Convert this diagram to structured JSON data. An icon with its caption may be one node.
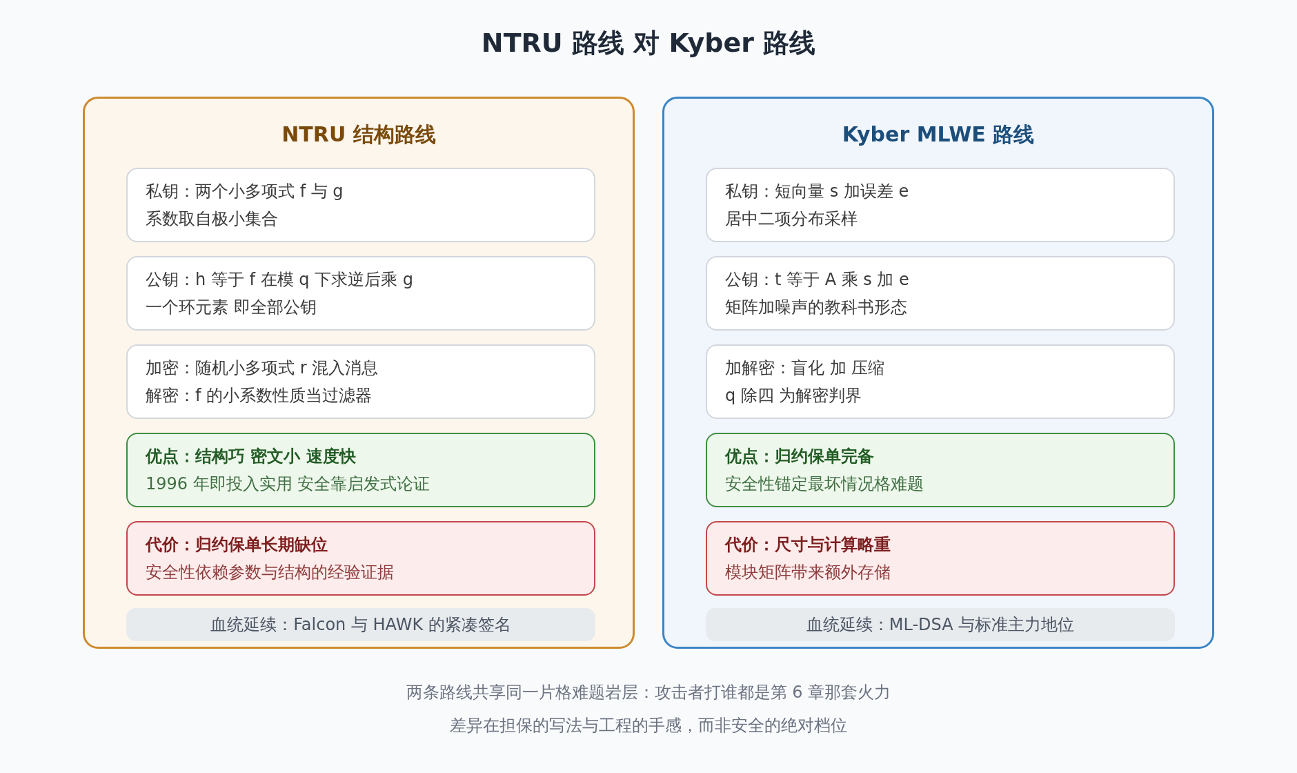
{
  "diagram": {
    "title": "NTRU 路线 对 Kyber 路线",
    "nodes": [
      {
        "text": [
          "NTRU 结构路线"
        ]
      },
      {
        "text": [
          "私钥：两个小多项式 f 与 g",
          "系数取自极小集合"
        ],
        "in": 0
      },
      {
        "text": [
          "公钥：h 等于 f 在模 q 下求逆后乘 g",
          "一个环元素 即全部公钥"
        ],
        "in": 0
      },
      {
        "text": [
          "加密：随机小多项式 r 混入消息",
          "解密：f 的小系数性质当过滤器"
        ],
        "in": 0
      },
      {
        "text": [
          "优点：结构巧 密文小 速度快",
          "1996 年即投入实用 安全靠启发式论证"
        ],
        "in": 0
      },
      {
        "text": [
          "代价：归约保单长期缺位",
          "安全性依赖参数与结构的经验证据"
        ],
        "in": 0
      },
      {
        "text": [
          "血统延续：Falcon 与 HAWK 的紧凑签名"
        ],
        "in": 0
      },
      {
        "text": [
          "Kyber MLWE 路线"
        ]
      },
      {
        "text": [
          "私钥：短向量 s 加误差 e",
          "居中二项分布采样"
        ],
        "in": 7
      },
      {
        "text": [
          "公钥：t 等于 A 乘 s 加 e",
          "矩阵加噪声的教科书形态"
        ],
        "in": 7
      },
      {
        "text": [
          "加解密：盲化 加 压缩",
          "q 除四 为解密判界"
        ],
        "in": 7
      },
      {
        "text": [
          "优点：归约保单完备",
          "安全性锚定最坏情况格难题"
        ],
        "in": 7
      },
      {
        "text": [
          "代价：尺寸与计算略重",
          "模块矩阵带来额外存储"
        ],
        "in": 7
      },
      {
        "text": [
          "血统延续：ML-DSA 与标准主力地位"
        ],
        "in": 7
      }
    ],
    "labels": [
      "两条路线共享同一片格难题岩层：攻击者打谁都是第 6 章那套火力",
      "差异在担保的写法与工程的手感，而非安全的绝对档位"
    ]
  }
}
